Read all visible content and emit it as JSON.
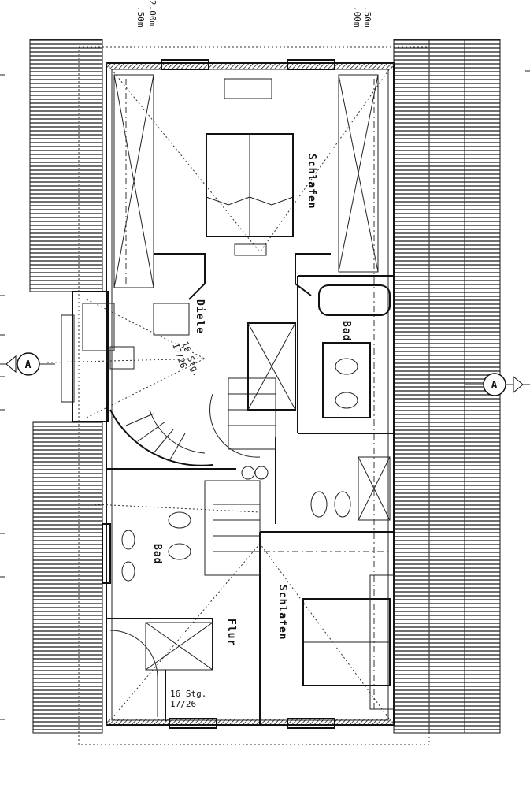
{
  "dimensions": {
    "left_top": "2.00m",
    "left_bottom": ".50m",
    "right_top": ".50m",
    "right_bottom": ".00m"
  },
  "section_marker": {
    "left": "A",
    "right": "A"
  },
  "rooms": {
    "schlafen_top": "Schlafen",
    "diele": "Diele",
    "bad_right": "Bad",
    "bad_left": "Bad",
    "flur": "Flur",
    "schlafen_bottom": "Schlafen"
  },
  "stairs": {
    "upper": {
      "steps": "16 Stg.",
      "ratio": "17/26"
    },
    "lower": {
      "steps": "16 Stg.",
      "ratio": "17/26"
    }
  }
}
